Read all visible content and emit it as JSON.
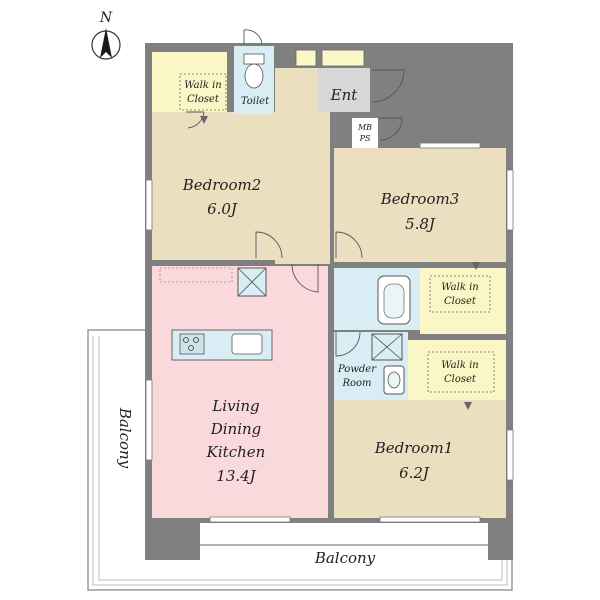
{
  "compass": {
    "label": "N"
  },
  "colors": {
    "wall": "#808080",
    "bedroom": "#ecdfc0",
    "closet": "#fbf6c5",
    "wet": "#d9eef4",
    "living": "#f9d9dc",
    "corridor": "#ecdfc0",
    "entry": "#d7d7d7",
    "balcony": "#ffffff",
    "kitchen": "#d9eef4"
  },
  "rooms": {
    "bedroom2": {
      "name": "Bedroom2",
      "size": "6.0J"
    },
    "bedroom3": {
      "name": "Bedroom3",
      "size": "5.8J"
    },
    "bedroom1": {
      "name": "Bedroom1",
      "size": "6.2J"
    },
    "ldk": {
      "line1": "Living",
      "line2": "Dining",
      "line3": "Kitchen",
      "size": "13.4J"
    },
    "toilet": {
      "name": "Toilet"
    },
    "entrance": {
      "name": "Ent"
    },
    "mbps": {
      "line1": "MB",
      "line2": "PS"
    },
    "powder": {
      "line1": "Powder",
      "line2": "Room"
    },
    "wic_top": {
      "line1": "Walk in",
      "line2": "Closet"
    },
    "wic_mid": {
      "line1": "Walk in",
      "line2": "Closet"
    },
    "wic_low": {
      "line1": "Walk in",
      "line2": "Closet"
    }
  },
  "balconies": {
    "left": "Balcony",
    "bottom": "Balcony"
  }
}
